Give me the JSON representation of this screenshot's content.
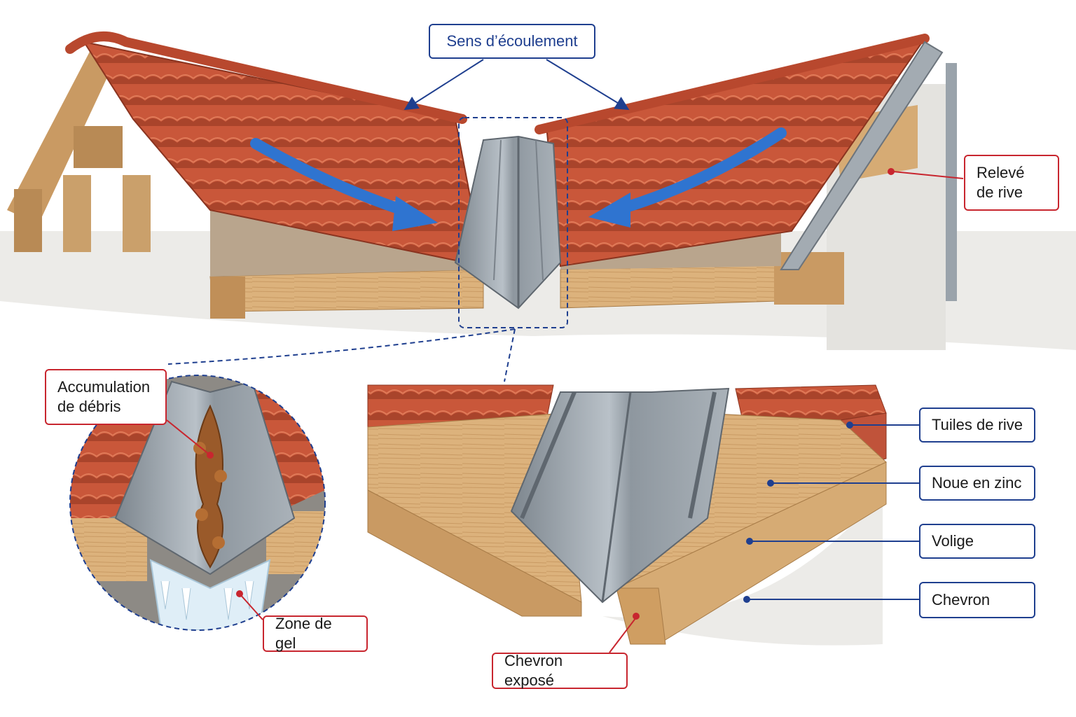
{
  "labels": {
    "flow_direction": "Sens d’écoulement",
    "edge_upturn": "Relevé\nde rive",
    "debris_accumulation": "Accumulation\nde débris",
    "frost_zone": "Zone de gel",
    "verge_tiles": "Tuiles de rive",
    "zinc_valley": "Noue en zinc",
    "board_sheathing": "Volige",
    "rafter": "Chevron",
    "exposed_rafter": "Chevron exposé"
  },
  "colors": {
    "tile": "#c9573a",
    "tile_dark": "#9e3f27",
    "zinc": "#9aa3ab",
    "zinc_dark": "#6c747c",
    "wood": "#d9b07a",
    "wood_dark": "#a87c48",
    "flow_arrow": "#2f74d0",
    "callout_red": "#c8262f",
    "callout_blue": "#1f3f8f",
    "ice": "#dfeef7",
    "debris": "#9a5a2a"
  }
}
